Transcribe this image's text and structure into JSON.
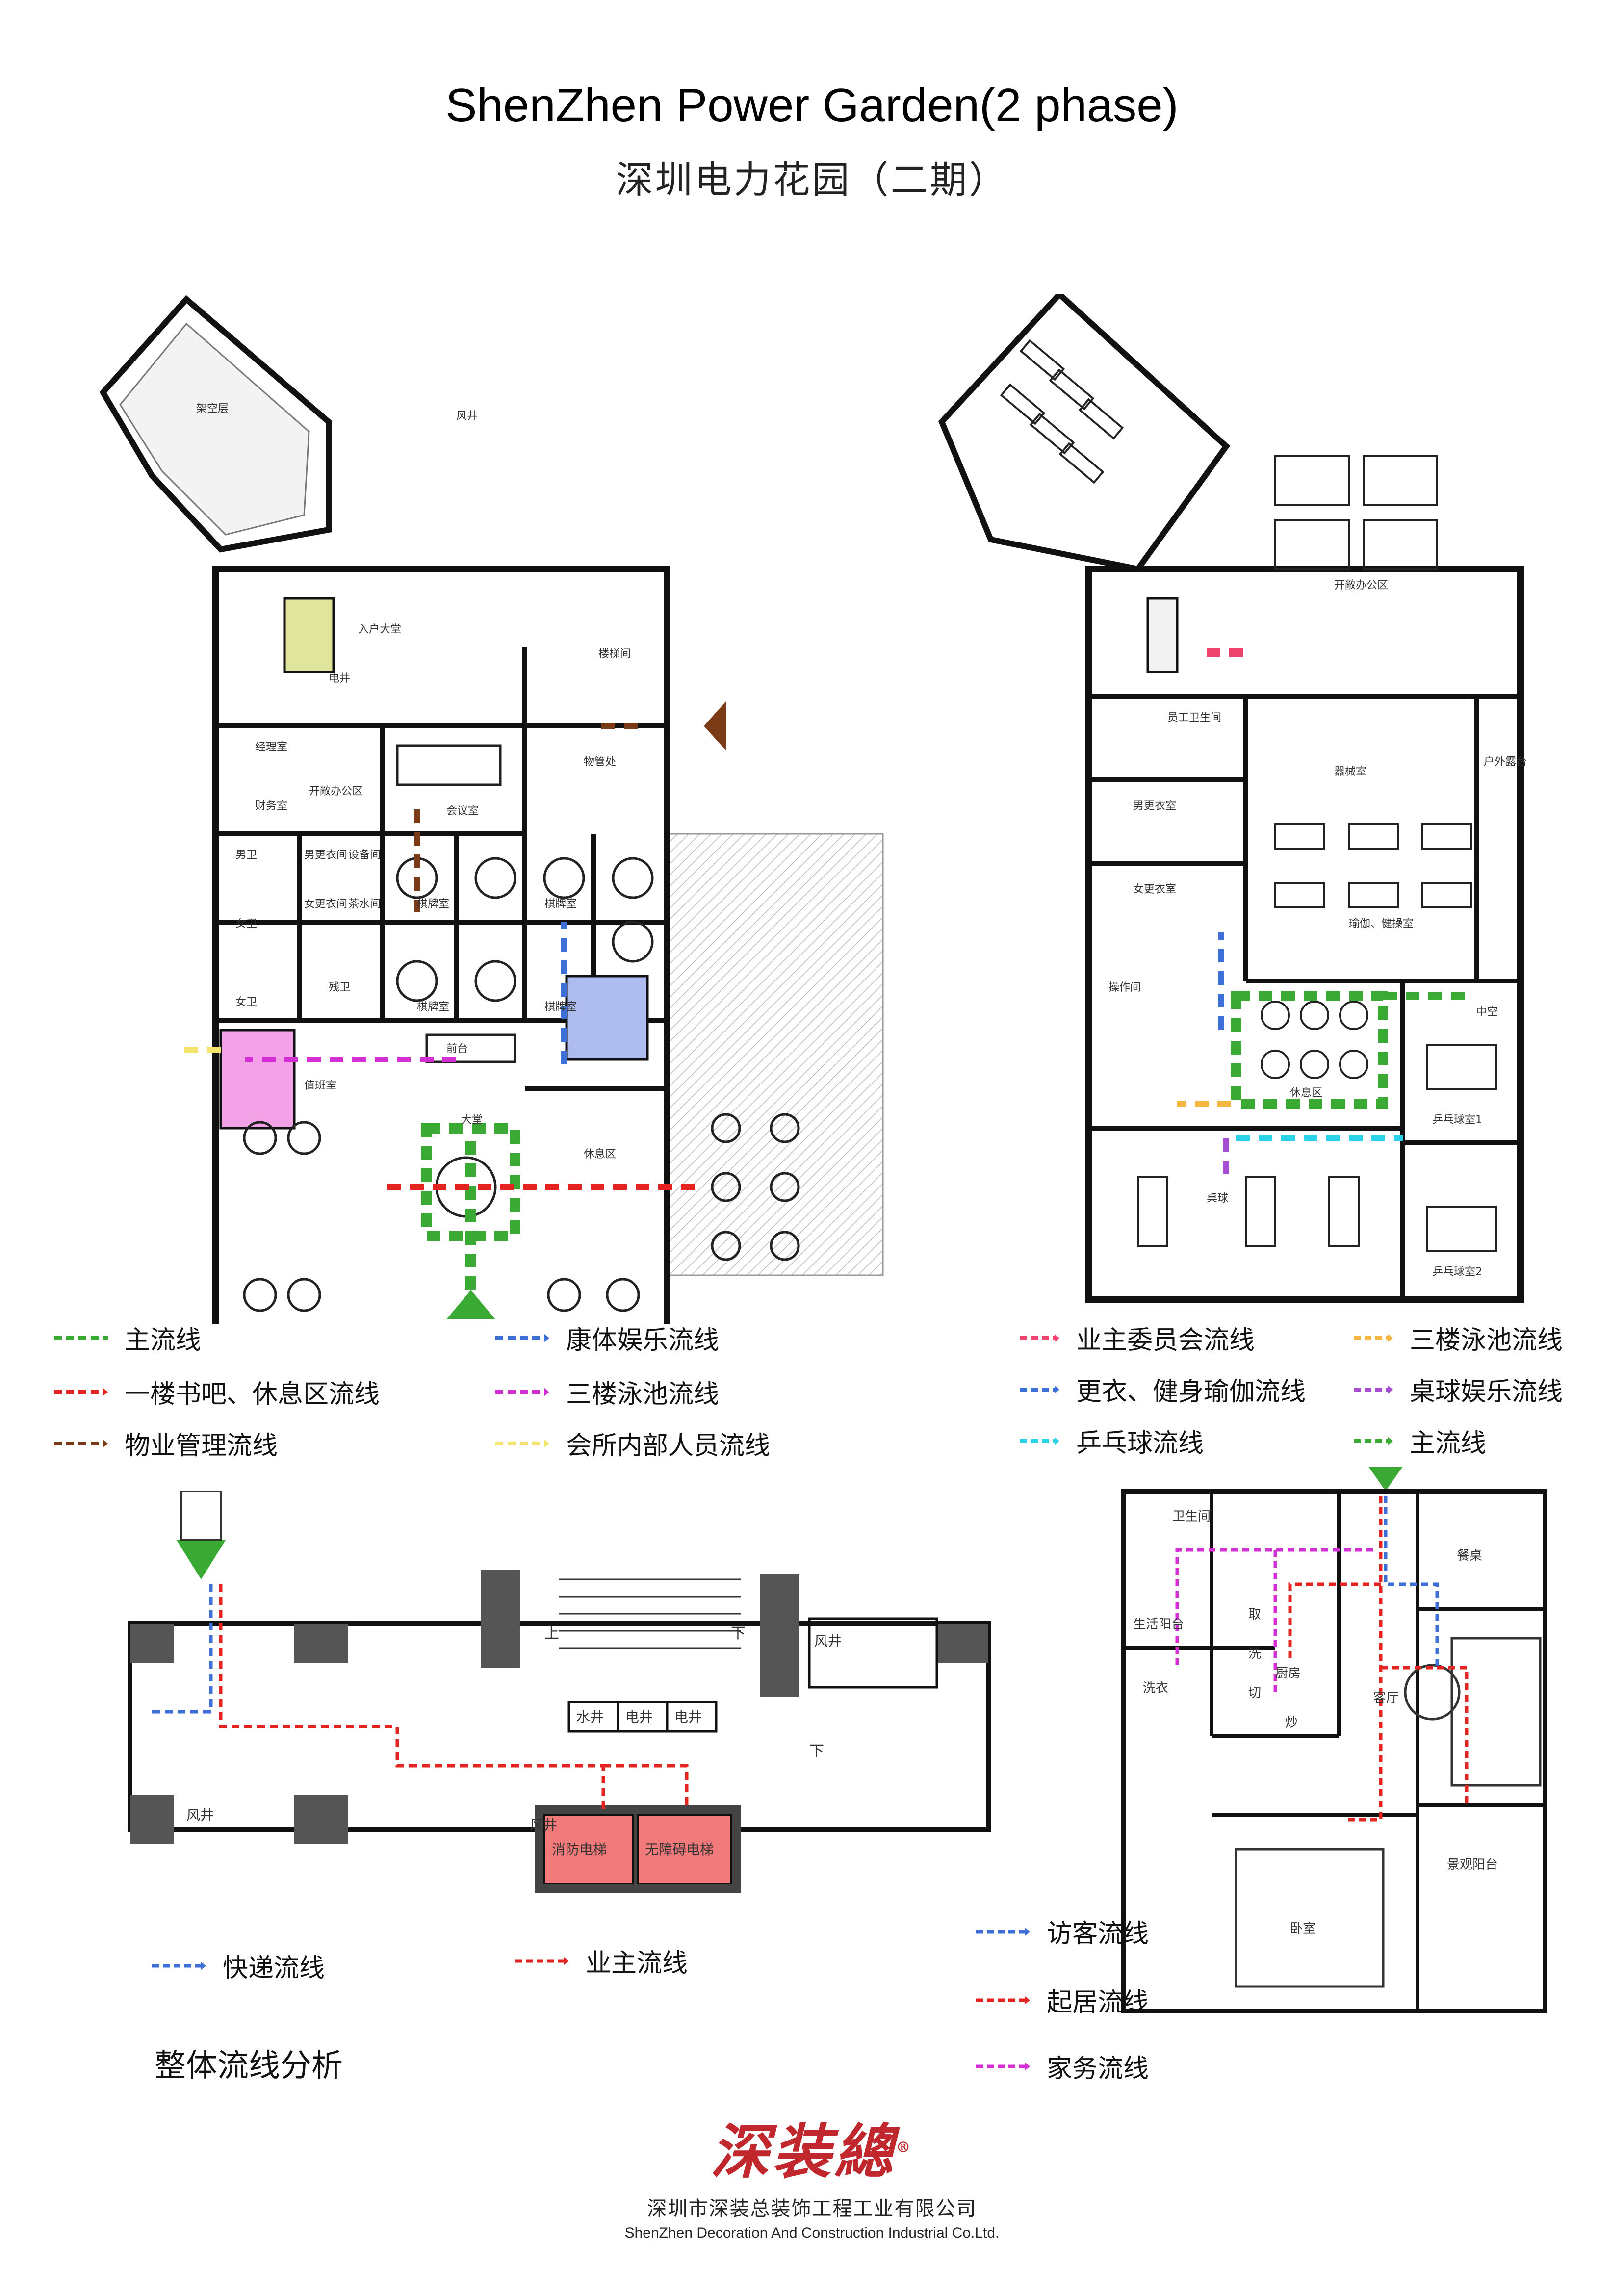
{
  "header": {
    "title_en": "ShenZhen Power Garden(2 phase)",
    "title_cn": "深圳电力花园（二期）"
  },
  "colors": {
    "green": "#3aaa35",
    "red": "#e52421",
    "brown": "#7a3b16",
    "blue": "#3d6fd6",
    "magenta": "#d42fd4",
    "yellow": "#f5e46b",
    "pink": "#f0446e",
    "orange": "#f5b642",
    "purple": "#a64dd6",
    "cyan": "#2ad3e8"
  },
  "plan_first_floor": {
    "rooms": [
      "入户大堂",
      "经理室",
      "财务室",
      "开敞办公区",
      "会议室",
      "物管处",
      "男更衣间",
      "女更衣间",
      "设备间",
      "茶水间",
      "棋牌室",
      "棋牌室",
      "棋牌室",
      "棋牌室",
      "男卫",
      "女卫",
      "女卫",
      "残卫",
      "值班室",
      "前台",
      "大堂",
      "休息区",
      "架空层",
      "风井",
      "电井",
      "楼梯间"
    ],
    "legend": [
      {
        "label": "主流线",
        "color": "#3aaa35"
      },
      {
        "label": "一楼书吧、休息区流线",
        "color": "#e52421"
      },
      {
        "label": "物业管理流线",
        "color": "#7a3b16"
      },
      {
        "label": "康体娱乐流线",
        "color": "#3d6fd6"
      },
      {
        "label": "三楼泳池流线",
        "color": "#d42fd4"
      },
      {
        "label": "会所内部人员流线",
        "color": "#f5e46b"
      }
    ]
  },
  "plan_second_floor": {
    "rooms": [
      "开敞办公区",
      "员工卫生间",
      "器械室",
      "户外露台",
      "男更衣室",
      "女更衣室",
      "瑜伽、健操室",
      "操作间",
      "休息区",
      "中空",
      "乒乓球室1",
      "乒乓球室2",
      "桌球"
    ],
    "legend": [
      {
        "label": "业主委员会流线",
        "color": "#f0446e"
      },
      {
        "label": "更衣、健身瑜伽流线",
        "color": "#3d6fd6"
      },
      {
        "label": "乒乓球流线",
        "color": "#2ad3e8"
      },
      {
        "label": "三楼泳池流线",
        "color": "#f5b642"
      },
      {
        "label": "桌球娱乐流线",
        "color": "#a64dd6"
      },
      {
        "label": "主流线",
        "color": "#3aaa35"
      }
    ]
  },
  "plan_lobby": {
    "rooms": [
      "风井",
      "水井",
      "电井",
      "电井",
      "风井",
      "风井",
      "消防电梯",
      "无障碍电梯"
    ],
    "stair_up": "上",
    "stair_down": "下",
    "legend": [
      {
        "label": "快递流线",
        "color": "#3d6fd6"
      },
      {
        "label": "业主流线",
        "color": "#e52421"
      }
    ]
  },
  "plan_unit": {
    "rooms": [
      "卫生间",
      "生活阳台",
      "洗衣",
      "取",
      "洗",
      "切",
      "炒",
      "厨房",
      "客厅",
      "餐桌",
      "景观阳台",
      "卧室"
    ],
    "legend": [
      {
        "label": "访客流线",
        "color": "#3d6fd6"
      },
      {
        "label": "起居流线",
        "color": "#e52421"
      },
      {
        "label": "家务流线",
        "color": "#d42fd4"
      }
    ]
  },
  "section_title": "整体流线分析",
  "company": {
    "logo": "深装總",
    "registered_mark": "®",
    "name_cn": "深圳市深装总装饰工程工业有限公司",
    "name_en": "ShenZhen Decoration And Construction Industrial Co.Ltd."
  }
}
